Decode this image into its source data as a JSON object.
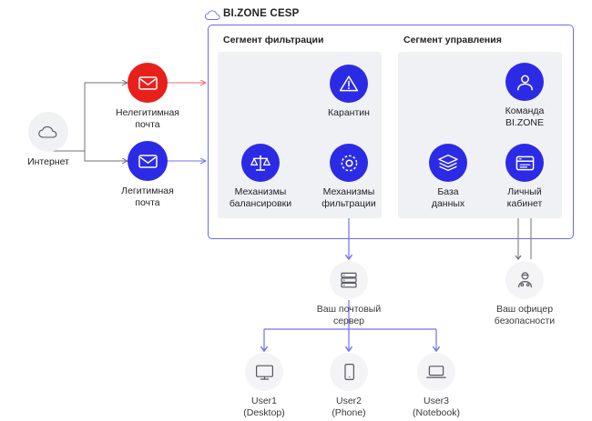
{
  "diagram": {
    "title": "BI.ZONE CESP",
    "cloud_icon": "cloud-icon",
    "segments": [
      {
        "key": "filtration",
        "label": "Сегмент фильтрации"
      },
      {
        "key": "management",
        "label": "Сегмент управления"
      }
    ],
    "colors": {
      "brand_blue": "#2b2be6",
      "border_violet": "#6a6cf5",
      "red": "#e8201c",
      "arrow_gray": "#6f7176",
      "arrow_blue": "#6f72f2",
      "arrow_red": "#ef6a66",
      "panel_gray": "#f0f1f4"
    },
    "nodes": {
      "internet": {
        "label": "Интернет",
        "icon": "cloud-icon",
        "style": "gray-disc"
      },
      "illegit_mail": {
        "label_1": "Нелегитимная",
        "label_2": "почта",
        "icon": "envelope-icon",
        "style": "red-disc"
      },
      "legit_mail": {
        "label_1": "Легитимная",
        "label_2": "почта",
        "icon": "envelope-icon",
        "style": "blue-disc"
      },
      "balancing": {
        "label_1": "Механизмы",
        "label_2": "балансировки",
        "icon": "scales-icon",
        "style": "blue-disc"
      },
      "filtering": {
        "label_1": "Механизмы",
        "label_2": "фильтрации",
        "icon": "gear-icon",
        "style": "blue-disc"
      },
      "quarantine": {
        "label": "Карантин",
        "icon": "warning-triangle-icon",
        "style": "blue-disc"
      },
      "database": {
        "label_1": "База",
        "label_2": "данных",
        "icon": "layers-icon",
        "style": "blue-disc"
      },
      "account": {
        "label_1": "Личный",
        "label_2": "кабинет",
        "icon": "browser-window-icon",
        "style": "blue-disc"
      },
      "bizone_team": {
        "label_1": "Команда",
        "label_2": "BI.ZONE",
        "icon": "user-icon",
        "style": "blue-disc"
      },
      "mail_server": {
        "label_1": "Ваш почтовый",
        "label_2": "сервер",
        "icon": "server-rack-icon",
        "style": "light-disc"
      },
      "security_officer": {
        "label_1": "Ваш офицер",
        "label_2": "безопасности",
        "icon": "security-officer-icon",
        "style": "light-disc"
      },
      "user1": {
        "label_1": "User1",
        "label_2": "(Desktop)",
        "icon": "desktop-monitor-icon",
        "style": "light-disc"
      },
      "user2": {
        "label_1": "User2",
        "label_2": "(Phone)",
        "icon": "smartphone-icon",
        "style": "light-disc"
      },
      "user3": {
        "label_1": "User3",
        "label_2": "(Notebook)",
        "icon": "laptop-icon",
        "style": "light-disc"
      }
    },
    "edges": [
      {
        "from": "internet",
        "to": "illegit_mail",
        "color": "gray"
      },
      {
        "from": "internet",
        "to": "legit_mail",
        "color": "gray"
      },
      {
        "from": "illegit_mail",
        "to": "cesp",
        "color": "red"
      },
      {
        "from": "legit_mail",
        "to": "cesp",
        "color": "blue"
      },
      {
        "from": "balancing",
        "to": "filtering",
        "color": "red"
      },
      {
        "from": "balancing",
        "to": "filtering",
        "color": "blue"
      },
      {
        "from": "filtering",
        "to": "quarantine",
        "color": "red"
      },
      {
        "from": "filtering",
        "to": "mail_server",
        "color": "blue"
      },
      {
        "from": "database",
        "to": "account",
        "color": "gray"
      },
      {
        "from": "account",
        "to": "bizone_team",
        "color": "gray"
      },
      {
        "from": "account",
        "to": "security_officer",
        "color": "gray"
      },
      {
        "from": "security_officer",
        "to": "account",
        "color": "gray"
      },
      {
        "from": "mail_server",
        "to": "user1",
        "color": "blue"
      },
      {
        "from": "mail_server",
        "to": "user2",
        "color": "blue"
      },
      {
        "from": "mail_server",
        "to": "user3",
        "color": "blue"
      }
    ]
  }
}
